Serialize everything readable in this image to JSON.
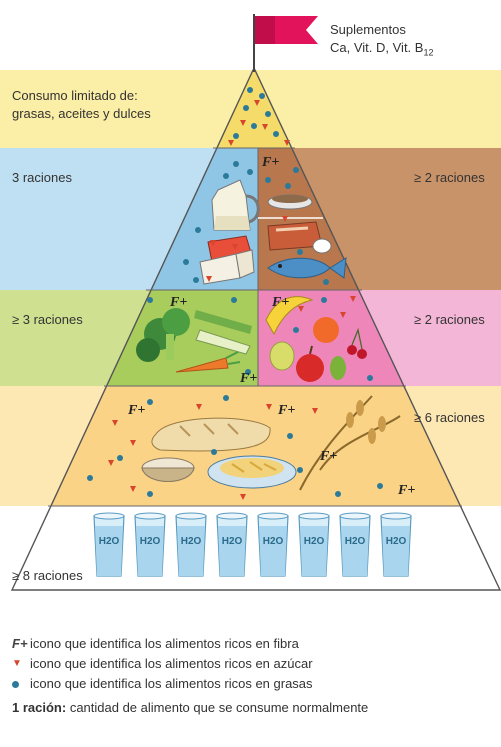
{
  "flag": {
    "title": "Suplementos",
    "subtitle_prefix": "Ca, Vit. D, Vit. B",
    "subtitle_sub": "12"
  },
  "levels": {
    "top": {
      "left_label_1": "Consumo limitado de:",
      "left_label_2": "grasas, aceites y dulces"
    },
    "dairy_protein": {
      "left_label": "3 raciones",
      "right_label": "≥ 2 raciones"
    },
    "veg_fruit": {
      "left_label": "≥ 3 raciones",
      "right_label": "≥ 2 raciones"
    },
    "grains": {
      "right_label": "≥ 6 raciones"
    },
    "water": {
      "left_label": "≥ 8 raciones",
      "glass_label": "H2O",
      "glass_count": 8
    }
  },
  "markers": {
    "fibre": "F+"
  },
  "legend": {
    "fibre_symbol": "F+",
    "fibre_text": "icono que identifica los alimentos ricos en fibra",
    "sugar_symbol": "▼",
    "sugar_text": "icono que identifica los alimentos ricos en azúcar",
    "fat_text": "icono que identifica los alimentos ricos en grasas",
    "serving_term": "1 ración:",
    "serving_text": "cantidad de alimento que se consume normalmente"
  },
  "colors": {
    "top_band": "#fbeea6",
    "blue_band": "#bfe0f2",
    "brown_band": "#c9936a",
    "green_band": "#cfe090",
    "pink_band": "#f4b6d6",
    "grain_band": "#fde7b3",
    "water_band": "#ffffff",
    "flag": "#e2135a",
    "sugar_marker": "#d7452d",
    "fat_marker": "#2b7a9a"
  },
  "icons": [
    "flag-icon",
    "milk-jug-icon",
    "cheese-icon",
    "meat-icon",
    "fish-icon",
    "broccoli-icon",
    "carrot-icon",
    "banana-icon",
    "apple-icon",
    "cherry-icon",
    "bread-icon",
    "rice-bowl-icon",
    "pasta-plate-icon",
    "wheat-icon",
    "water-glass-icon"
  ]
}
